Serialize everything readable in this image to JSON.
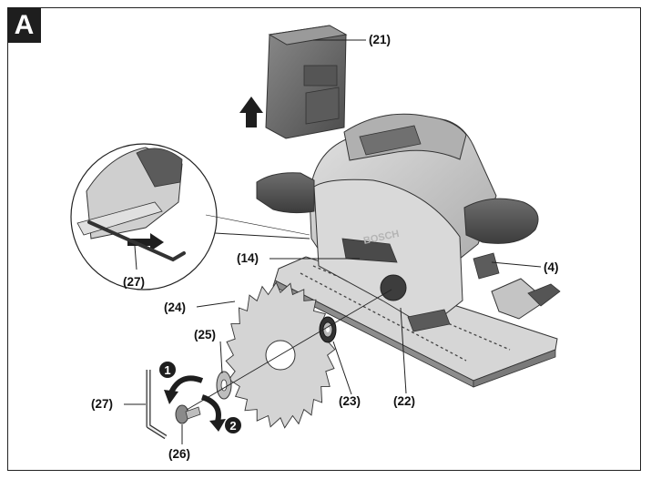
{
  "figure": {
    "letter": "A",
    "brand_text": "BOSCH"
  },
  "callouts": {
    "c21": "(21)",
    "c14": "(14)",
    "c4": "(4)",
    "c27_inset": "(27)",
    "c24": "(24)",
    "c25": "(25)",
    "c27": "(27)",
    "c23": "(23)",
    "c22": "(22)",
    "c26": "(26)"
  },
  "steps": {
    "step1": "1",
    "step2": "2"
  },
  "colors": {
    "line": "#222222",
    "saw_body": "#c9c9c9",
    "saw_dark": "#5a5a5a",
    "battery": "#6b6b6b",
    "blade": "#d4d4d4",
    "arrow": "#1e1e1e"
  }
}
